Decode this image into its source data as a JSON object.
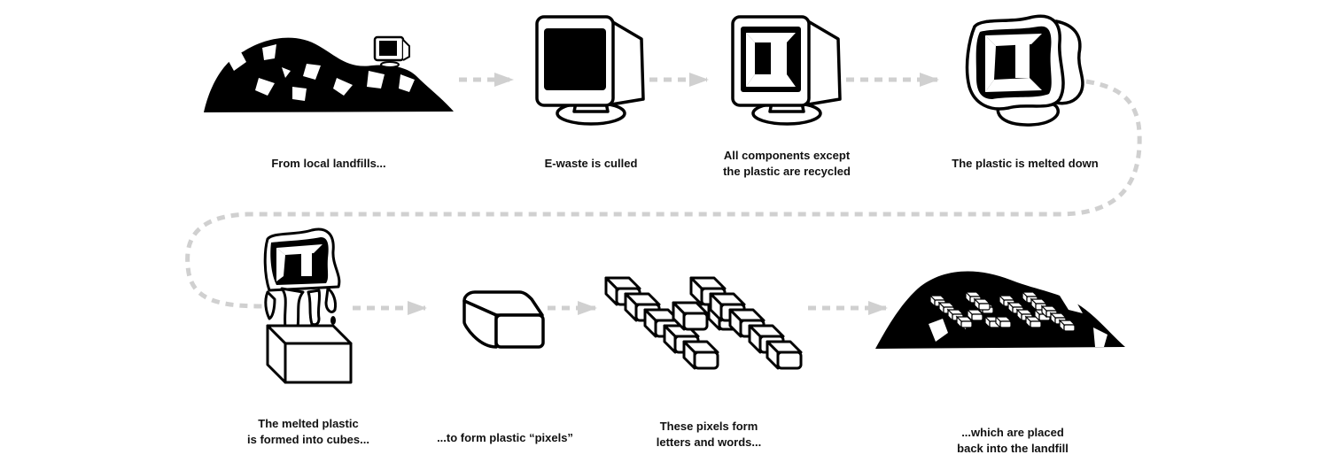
{
  "colors": {
    "ink": "#000000",
    "connector": "#d0d0d0",
    "background": "#ffffff"
  },
  "steps": [
    {
      "icon": "landfill-icon",
      "lines": [
        "From local landfills..."
      ]
    },
    {
      "icon": "crt-monitor-icon",
      "lines": [
        "E-waste is culled"
      ]
    },
    {
      "icon": "gutted-monitor-icon",
      "lines": [
        "All components except",
        "the plastic are recycled"
      ]
    },
    {
      "icon": "warped-monitor-icon",
      "lines": [
        "The plastic is melted down"
      ]
    },
    {
      "icon": "melting-monitor-mold-icon",
      "lines": [
        "The melted plastic",
        "is formed into cubes..."
      ]
    },
    {
      "icon": "plastic-cube-icon",
      "lines": [
        "...to form plastic “pixels”"
      ]
    },
    {
      "icon": "pixel-letters-icon",
      "lines": [
        "These pixels form",
        "letters and words..."
      ]
    },
    {
      "icon": "landfill-with-letters-icon",
      "lines": [
        "...which are placed",
        "back into the landfill"
      ]
    }
  ]
}
